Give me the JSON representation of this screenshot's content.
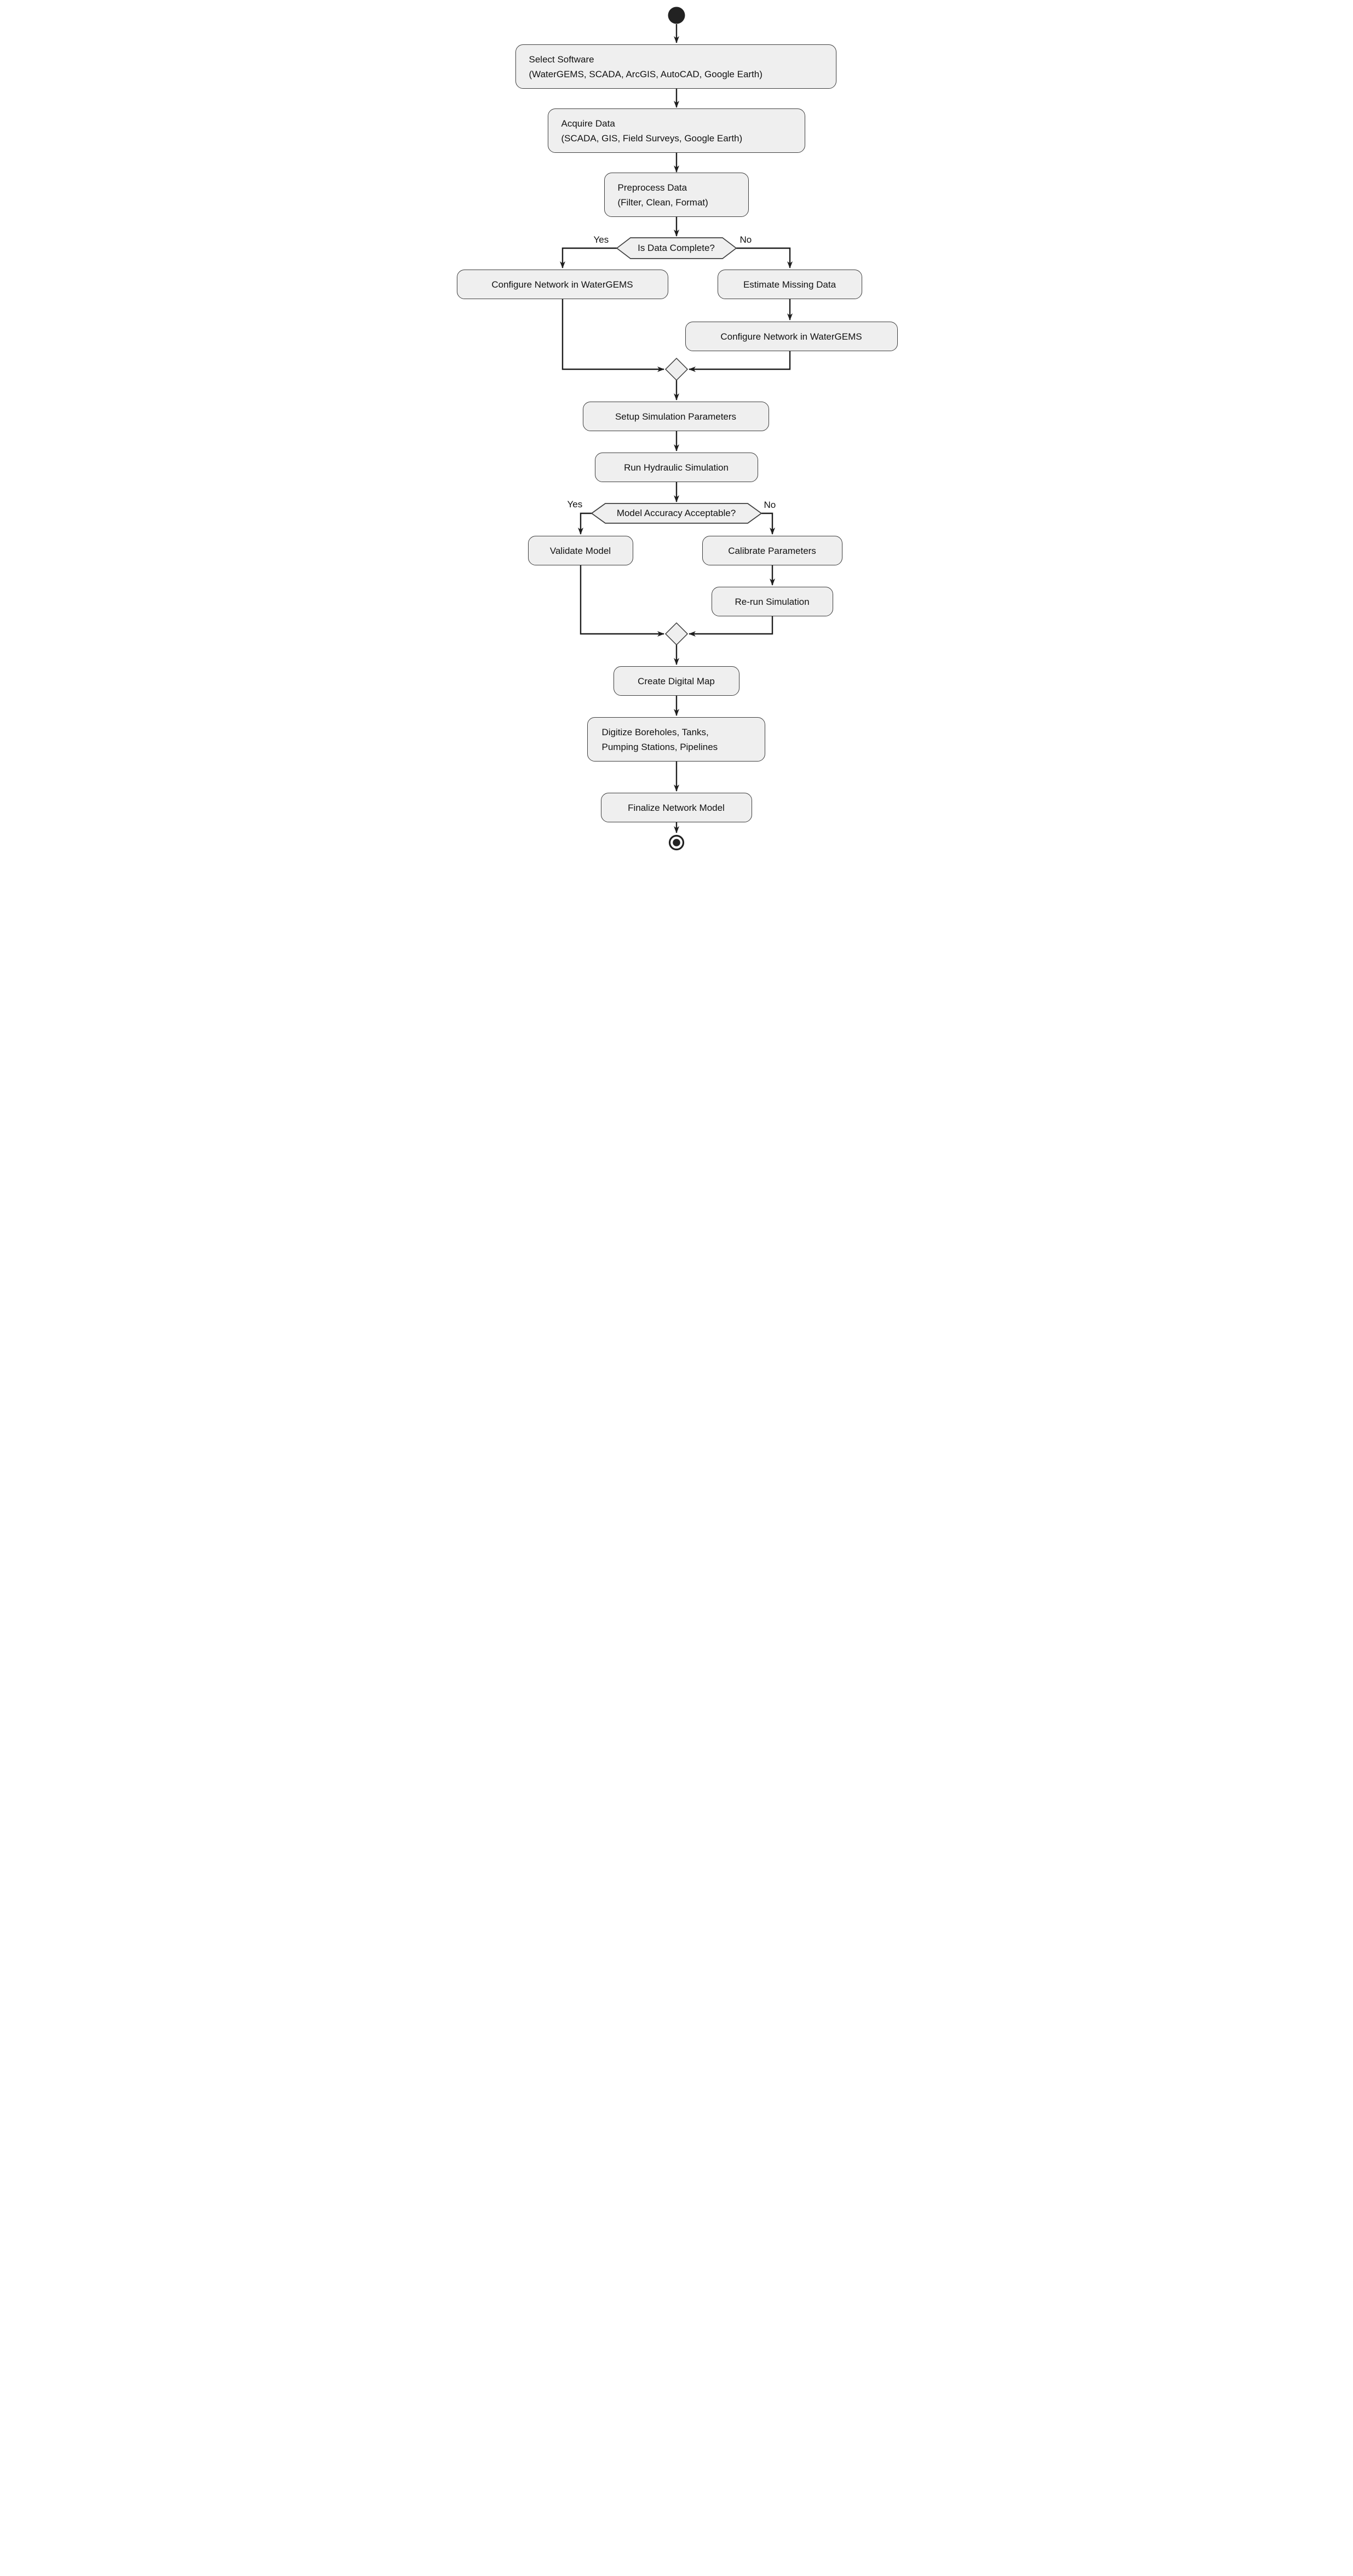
{
  "diagram": {
    "type": "activity-flowchart",
    "colors": {
      "node_fill": "#efefef",
      "node_border": "#3d3d3d",
      "edge": "#1e1e1e",
      "text": "#111111"
    },
    "nodes": {
      "start": {
        "type": "start-node"
      },
      "select_software": {
        "label": "Select Software",
        "sublabel": "(WaterGEMS, SCADA, ArcGIS, AutoCAD, Google Earth)"
      },
      "acquire_data": {
        "label": "Acquire Data",
        "sublabel": "(SCADA, GIS, Field Surveys, Google Earth)"
      },
      "preprocess_data": {
        "label": "Preprocess Data",
        "sublabel": "(Filter, Clean, Format)"
      },
      "is_data_complete": {
        "label": "Is Data Complete?",
        "yes_label": "Yes",
        "no_label": "No"
      },
      "configure_network_yes": {
        "label": "Configure Network in WaterGEMS"
      },
      "estimate_missing_data": {
        "label": "Estimate Missing Data"
      },
      "configure_network_no": {
        "label": "Configure Network in WaterGEMS"
      },
      "setup_simulation_parameters": {
        "label": "Setup Simulation Parameters"
      },
      "run_hydraulic_simulation": {
        "label": "Run Hydraulic Simulation"
      },
      "model_accuracy_acceptable": {
        "label": "Model Accuracy Acceptable?",
        "yes_label": "Yes",
        "no_label": "No"
      },
      "validate_model": {
        "label": "Validate Model"
      },
      "calibrate_parameters": {
        "label": "Calibrate Parameters"
      },
      "rerun_simulation": {
        "label": "Re-run Simulation"
      },
      "create_digital_map": {
        "label": "Create Digital Map"
      },
      "digitize_assets": {
        "label": "Digitize Boreholes, Tanks,",
        "sublabel": "Pumping Stations, Pipelines"
      },
      "finalize_network_model": {
        "label": "Finalize Network Model"
      },
      "end": {
        "type": "end-node"
      }
    }
  }
}
